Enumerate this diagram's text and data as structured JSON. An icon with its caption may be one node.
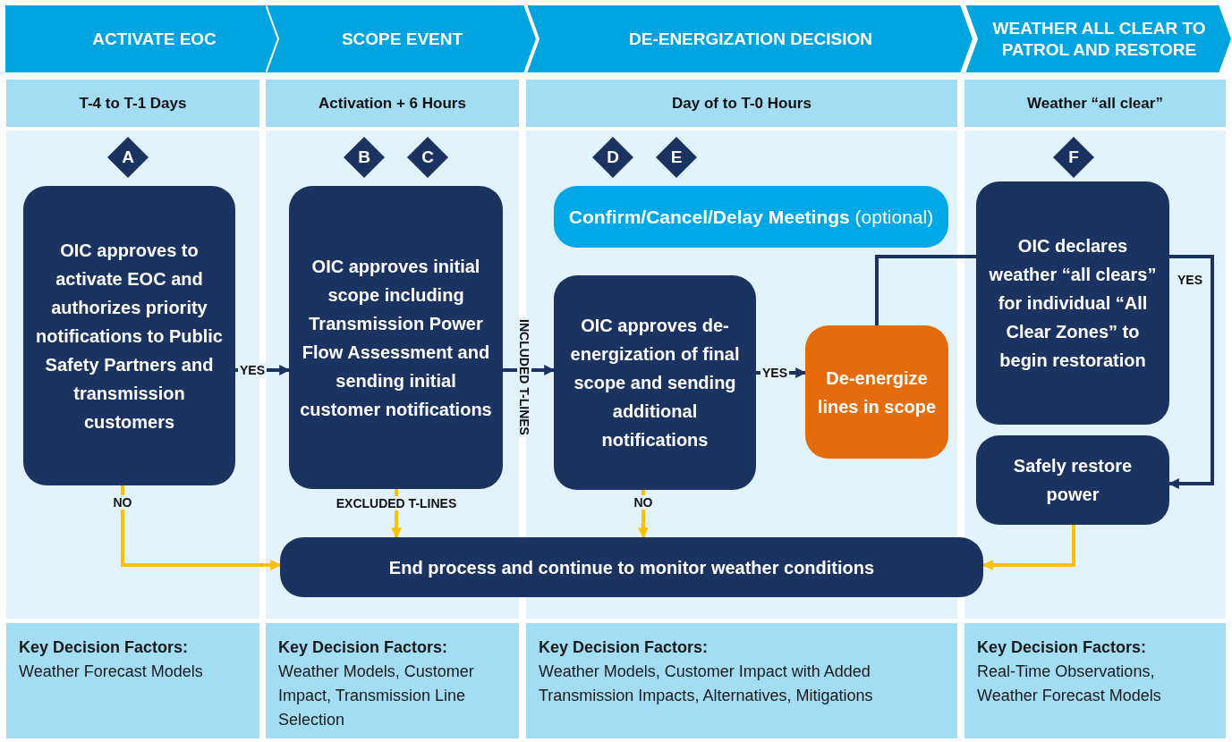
{
  "diagram": {
    "nodes": [
      {
        "text": [
          "ACTIVATE EOC"
        ]
      },
      {
        "text": [
          "SCOPE EVENT"
        ]
      },
      {
        "text": [
          "DE-ENERGIZATION DECISION"
        ]
      },
      {
        "text": [
          "WEATHER ALL CLEAR TO PATROL AND RESTORE"
        ]
      },
      {
        "text": [
          "T-4 to T-1 Days"
        ]
      },
      {
        "text": [
          "Activation + 6 Hours"
        ]
      },
      {
        "text": [
          "Day of to T-0 Hours"
        ]
      },
      {
        "text": [
          "Weather “all clear”"
        ]
      },
      {
        "text": [
          "A"
        ]
      },
      {
        "text": [
          "B"
        ]
      },
      {
        "text": [
          "C"
        ]
      },
      {
        "text": [
          "D"
        ]
      },
      {
        "text": [
          "E"
        ]
      },
      {
        "text": [
          "F"
        ]
      },
      {
        "text": [
          "**Confirm/Cancel/Delay Meetings** (optional)"
        ]
      },
      {
        "text": [
          "OIC approves to activate EOC and authorizes priority notifications to Public Safety Partners and transmission customers"
        ]
      },
      {
        "text": [
          "OIC approves initial scope including Transmission Power Flow Assessment and sending initial customer notifications"
        ]
      },
      {
        "text": [
          "OIC approves de-energization of final scope and sending additional notifications"
        ]
      },
      {
        "text": [
          "De-energize lines in scope"
        ]
      },
      {
        "text": [
          "OIC declares weather “all clears” for individual “All Clear Zones” to begin restoration"
        ]
      },
      {
        "text": [
          "Safely restore power"
        ]
      },
      {
        "text": [
          "End process and continue to monitor weather conditions"
        ]
      },
      {
        "text": [
          "Key Decision Factors:",
          "Weather Forecast Models"
        ]
      },
      {
        "text": [
          "Key Decision Factors:",
          "Weather Models, Customer Impact, Transmission Line Selection"
        ]
      },
      {
        "text": [
          "Key Decision Factors:",
          "Weather Models, Customer Impact with Added Transmission Impacts, Alternatives, Mitigations"
        ]
      },
      {
        "text": [
          "Key Decision Factors:",
          "Real-Time Observations, Weather Forecast Models"
        ]
      }
    ],
    "edges": [
      {
        "from": 15,
        "to": 16,
        "arrow": "to",
        "label": "YES"
      },
      {
        "from": 16,
        "to": 17,
        "arrow": "to",
        "label": "INCLUDED T-LINES"
      },
      {
        "from": 17,
        "to": 18,
        "arrow": "to",
        "label": "YES"
      },
      {
        "from": 18,
        "to": 19,
        "arrow": "none"
      },
      {
        "from": 19,
        "to": 20,
        "arrow": "to",
        "label": "YES"
      },
      {
        "from": 15,
        "to": 21,
        "arrow": "to",
        "label": "NO",
        "color": "#ffc000"
      },
      {
        "from": 16,
        "to": 21,
        "arrow": "to",
        "label": "EXCLUDED T-LINES",
        "color": "#ffc000"
      },
      {
        "from": 17,
        "to": 21,
        "arrow": "to",
        "label": "NO",
        "color": "#ffc000"
      },
      {
        "from": 20,
        "to": 21,
        "arrow": "to",
        "color": "#ffc000"
      }
    ]
  }
}
